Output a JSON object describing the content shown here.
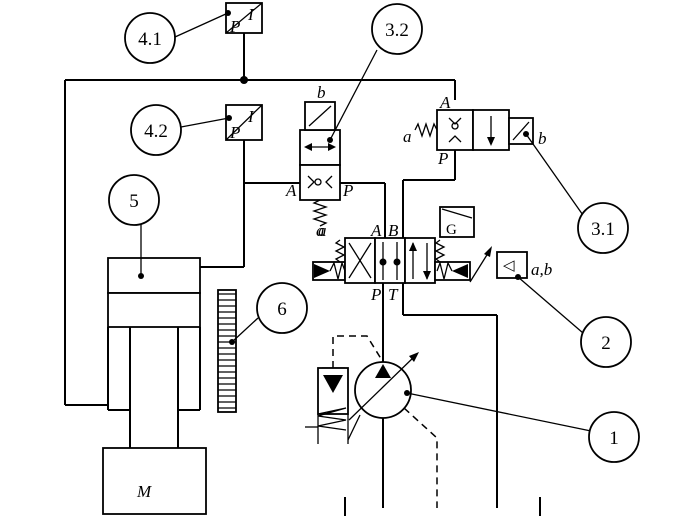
{
  "callouts": {
    "c41": "4.1",
    "c42": "4.2",
    "c32": "3.2",
    "c31": "3.1",
    "c5": "5",
    "c6": "6",
    "c2": "2",
    "c1": "1"
  },
  "sensor_41": {
    "top": "I",
    "bottom": "P"
  },
  "sensor_42": {
    "top": "I",
    "bottom": "P"
  },
  "valve_32": {
    "a": "a",
    "b": "b",
    "port_a": "A",
    "port_p": "P"
  },
  "valve_31": {
    "a": "a",
    "b": "b",
    "port_a": "A",
    "port_p": "P"
  },
  "servo_valve": {
    "a": "a",
    "port_a": "A",
    "port_b": "B",
    "port_p": "P",
    "port_t": "T"
  },
  "amplifier": {
    "label": "a,b"
  },
  "motor": {
    "label": "M"
  },
  "pressure_feedback_label": "G"
}
